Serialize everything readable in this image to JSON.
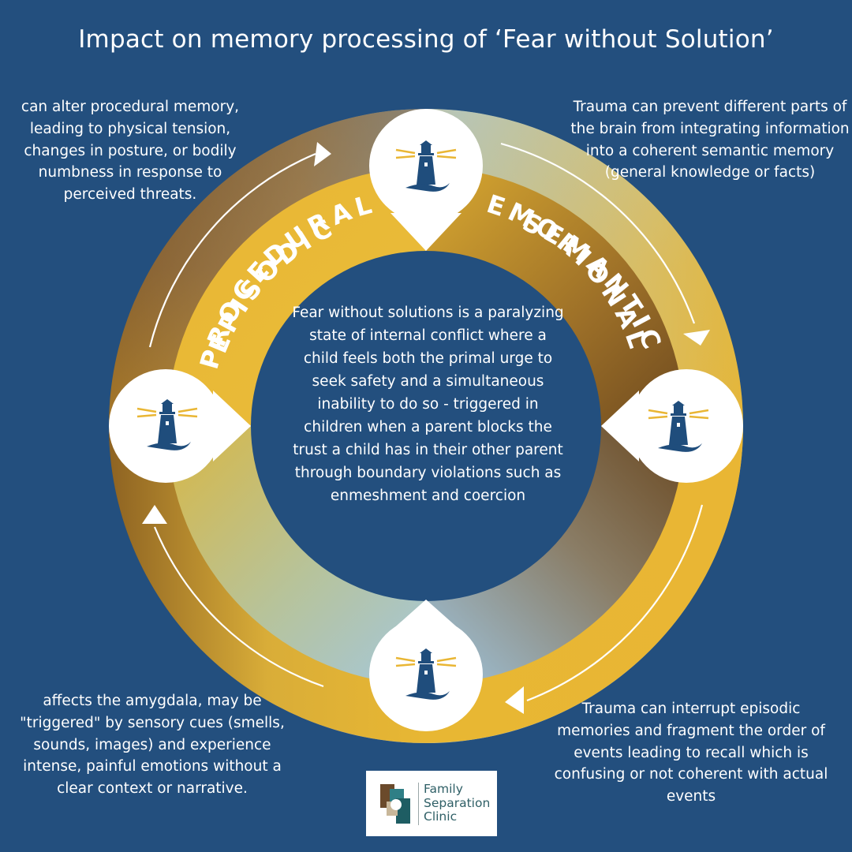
{
  "title": "Impact on memory processing of ‘Fear without Solution’",
  "segments": {
    "procedural": "PROCEDURAL",
    "semantic": "SEMANTIC",
    "episodic": "EPISODICE",
    "emotional": "EMORIONAL"
  },
  "center_text": "Fear without solutions is a paralyzing state of internal conflict where a child feels both the primal urge to seek safety and a simultaneous inability to do so - triggered in children when a parent blocks the trust a child has in their other parent through boundary violations such as enmeshment and coercion",
  "notes": {
    "top_left": "can alter procedural memory, leading to physical tension, changes in posture, or bodily numbness in response to perceived threats.",
    "top_right": "Trauma can prevent different parts of the brain from integrating information into a coherent semantic memory (general knowledge or facts)",
    "bottom_left": "affects the amygdala, may be \"triggered\" by sensory cues (smells, sounds, images) and experience intense, painful emotions without a clear context or narrative.",
    "bottom_right": "Trauma can interrupt episodic memories and fragment the order of events leading to recall which is confusing or not coherent with actual events"
  },
  "logo": {
    "line1": "Family",
    "line2": "Separation",
    "line3": "Clinic"
  },
  "icons": [
    "lighthouse-icon",
    "lighthouse-icon",
    "lighthouse-icon",
    "lighthouse-icon"
  ],
  "colors": {
    "background": "#234f7e",
    "gold": "#e9b634",
    "dark_gold": "#8a6225",
    "pale_blue": "#9ec3dc",
    "lighthouse": "#1f4d7c"
  }
}
